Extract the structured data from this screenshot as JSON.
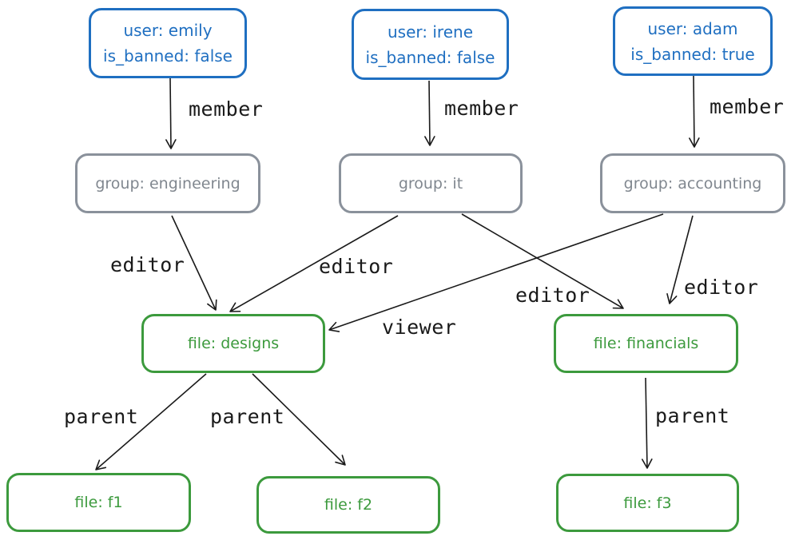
{
  "nodes": {
    "user_emily": {
      "line1": "user: emily",
      "line2": "is_banned: false"
    },
    "user_irene": {
      "line1": "user: irene",
      "line2": "is_banned: false"
    },
    "user_adam": {
      "line1": "user: adam",
      "line2": "is_banned: true"
    },
    "group_engineering": {
      "label": "group: engineering"
    },
    "group_it": {
      "label": "group: it"
    },
    "group_accounting": {
      "label": "group: accounting"
    },
    "file_designs": {
      "label": "file: designs"
    },
    "file_financials": {
      "label": "file: financials"
    },
    "file_f1": {
      "label": "file: f1"
    },
    "file_f2": {
      "label": "file: f2"
    },
    "file_f3": {
      "label": "file: f3"
    }
  },
  "edges": {
    "emily_engineering": "member",
    "irene_it": "member",
    "adam_accounting": "member",
    "engineering_designs": "editor",
    "it_designs": "editor",
    "it_financials": "editor",
    "accounting_financials": "editor",
    "accounting_designs": "viewer",
    "designs_f1": "parent",
    "designs_f2": "parent",
    "financials_f3": "parent"
  },
  "colors": {
    "user": "#1f6fc1",
    "group": "#8a919b",
    "file": "#3c9a3d",
    "edge": "#1a1a1a"
  }
}
